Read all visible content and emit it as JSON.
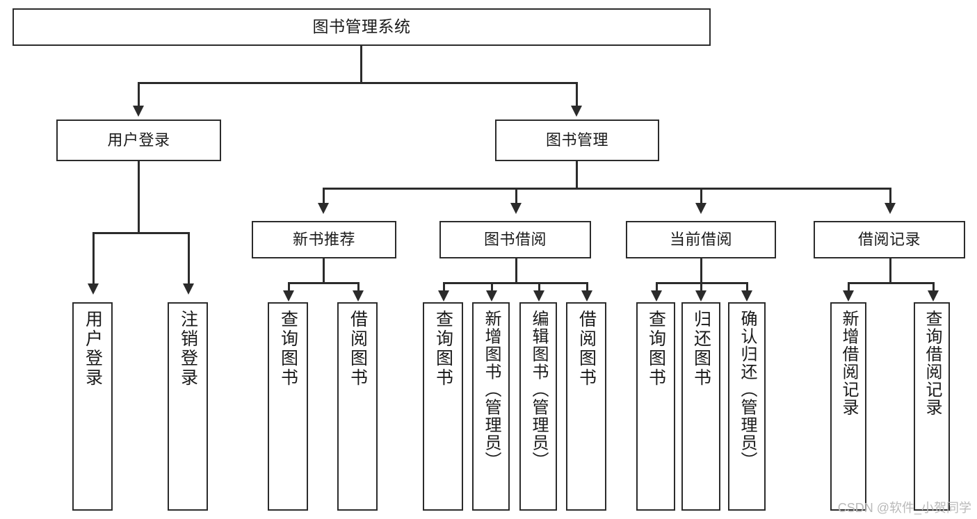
{
  "diagram": {
    "type": "tree-hierarchy-chart",
    "root": {
      "id": "root",
      "label": "图书管理系统"
    },
    "level1": [
      {
        "id": "user-login",
        "label": "用户登录"
      },
      {
        "id": "book-management",
        "label": "图书管理"
      }
    ],
    "level2": [
      {
        "id": "new-book-recommend",
        "label": "新书推荐",
        "parent": "book-management"
      },
      {
        "id": "book-borrow",
        "label": "图书借阅",
        "parent": "book-management"
      },
      {
        "id": "current-borrow",
        "label": "当前借阅",
        "parent": "book-management"
      },
      {
        "id": "borrow-record",
        "label": "借阅记录",
        "parent": "book-management"
      }
    ],
    "leaves": [
      {
        "id": "leaf-user-login",
        "label": "用户登录",
        "parent": "user-login"
      },
      {
        "id": "leaf-logout",
        "label": "注销登录",
        "parent": "user-login"
      },
      {
        "id": "leaf-query-book-1",
        "label": "查询图书",
        "parent": "new-book-recommend"
      },
      {
        "id": "leaf-borrow-book-1",
        "label": "借阅图书",
        "parent": "new-book-recommend"
      },
      {
        "id": "leaf-query-book-2",
        "label": "查询图书",
        "parent": "book-borrow"
      },
      {
        "id": "leaf-add-book",
        "label": "新增图书（管理员）",
        "parent": "book-borrow"
      },
      {
        "id": "leaf-edit-book",
        "label": "编辑图书（管理员）",
        "parent": "book-borrow"
      },
      {
        "id": "leaf-borrow-book-2",
        "label": "借阅图书",
        "parent": "book-borrow"
      },
      {
        "id": "leaf-query-book-3",
        "label": "查询图书",
        "parent": "current-borrow"
      },
      {
        "id": "leaf-return-book",
        "label": "归还图书",
        "parent": "current-borrow"
      },
      {
        "id": "leaf-confirm-return",
        "label": "确认归还（管理员）",
        "parent": "current-borrow"
      },
      {
        "id": "leaf-add-record",
        "label": "新增借阅记录",
        "parent": "borrow-record"
      },
      {
        "id": "leaf-query-record",
        "label": "查询借阅记录",
        "parent": "borrow-record"
      }
    ]
  },
  "watermark": {
    "text": "CSDN @软件_小贺同学"
  },
  "colors": {
    "stroke": "#2b2b2b",
    "background": "#ffffff",
    "text": "#1a1a1a",
    "watermark": "#b9b9b9"
  }
}
